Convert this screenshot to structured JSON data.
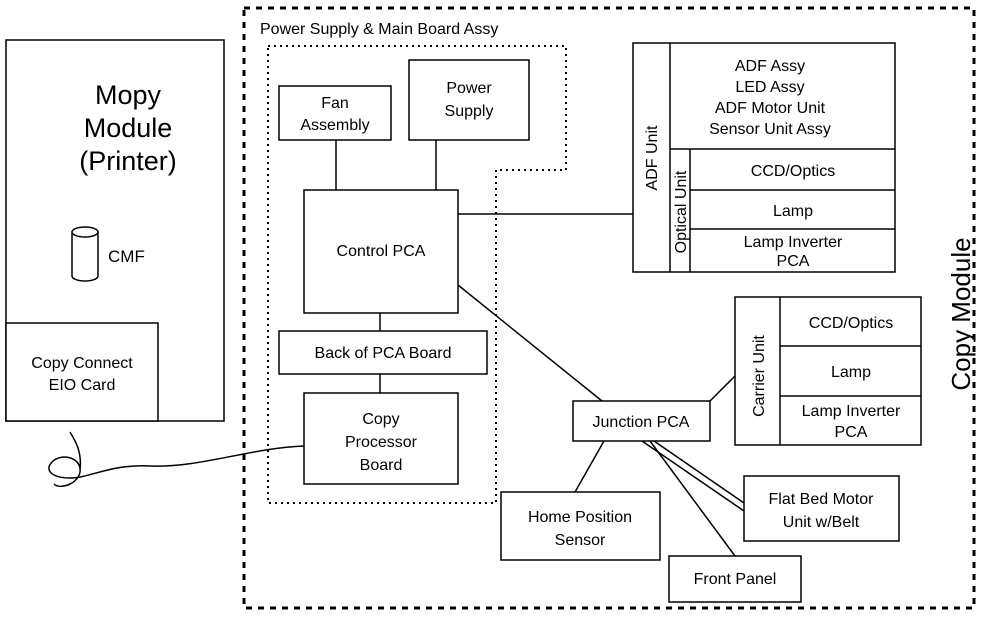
{
  "copy_module": {
    "label": "Copy Module"
  },
  "main_board_assy": {
    "label": "Power Supply & Main Board Assy"
  },
  "mopy_module": {
    "line1": "Mopy",
    "line2": "Module",
    "line3": "(Printer)",
    "cmf": "CMF",
    "eio_line1": "Copy Connect",
    "eio_line2": "EIO Card"
  },
  "fan_assembly": {
    "line1": "Fan",
    "line2": "Assembly"
  },
  "power_supply": {
    "line1": "Power",
    "line2": "Supply"
  },
  "control_pca": {
    "label": "Control PCA"
  },
  "back_of_pca": {
    "label": "Back of PCA Board"
  },
  "copy_processor": {
    "line1": "Copy",
    "line2": "Processor",
    "line3": "Board"
  },
  "adf_unit": {
    "label": "ADF Unit",
    "items": [
      "ADF Assy",
      "LED Assy",
      "ADF Motor Unit",
      "Sensor Unit Assy"
    ]
  },
  "optical_unit": {
    "label": "Optical Unit",
    "ccd": "CCD/Optics",
    "lamp": "Lamp",
    "inverter_line1": "Lamp Inverter",
    "inverter_line2": "PCA"
  },
  "carrier_unit": {
    "label": "Carrier Unit",
    "ccd": "CCD/Optics",
    "lamp": "Lamp",
    "inverter_line1": "Lamp Inverter",
    "inverter_line2": "PCA"
  },
  "junction_pca": {
    "label": "Junction PCA"
  },
  "home_position": {
    "line1": "Home Position",
    "line2": "Sensor"
  },
  "flat_bed_motor": {
    "line1": "Flat Bed Motor",
    "line2": "Unit w/Belt"
  },
  "front_panel": {
    "label": "Front Panel"
  }
}
